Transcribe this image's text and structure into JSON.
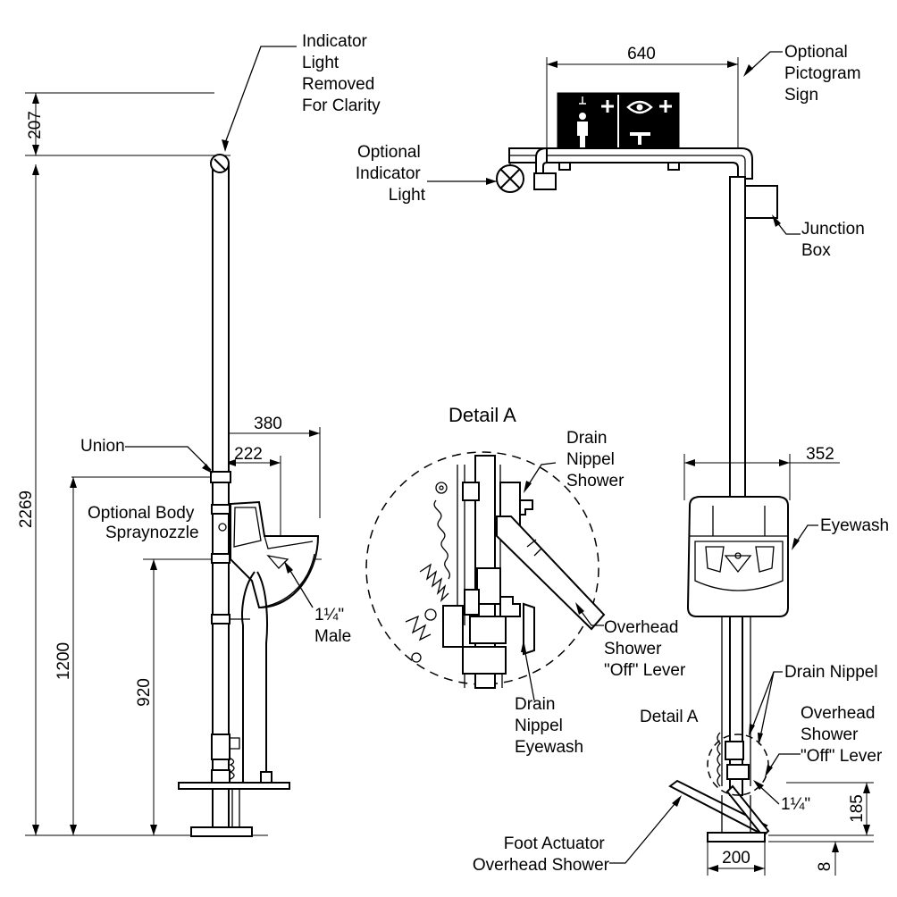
{
  "labels": {
    "indicator_light_removed": [
      "Indicator",
      "Light",
      "Removed",
      "For Clarity"
    ],
    "union": "Union",
    "optional_body_spraynozzle": [
      "Optional Body",
      "Spraynozzle"
    ],
    "male_thread": [
      "1¼\"",
      "Male"
    ],
    "optional_pictogram_sign": [
      "Optional",
      "Pictogram",
      "Sign"
    ],
    "optional_indicator_light": [
      "Optional",
      "Indicator",
      "Light"
    ],
    "junction_box": [
      "Junction",
      "Box"
    ],
    "eyewash": "Eyewash",
    "detail_a_title": "Detail A",
    "drain_nippel_shower": [
      "Drain",
      "Nippel",
      "Shower"
    ],
    "overhead_shower_off_lever_detail": [
      "Overhead",
      "Shower",
      "\"Off\" Lever"
    ],
    "drain_nippel_eyewash": [
      "Drain",
      "Nippel",
      "Eyewash"
    ],
    "drain_nippel": "Drain Nippel",
    "detail_a_ref": "Detail A",
    "overhead_shower_off_lever": [
      "Overhead",
      "Shower",
      "\"Off\" Lever"
    ],
    "quarter_inch": "1¼\"",
    "foot_actuator": [
      "Foot Actuator",
      "Overhead Shower"
    ]
  },
  "dimensions": {
    "d207": "207",
    "d2269": "2269",
    "d1200": "1200",
    "d920": "920",
    "d380": "380",
    "d222": "222",
    "d640": "640",
    "d352": "352",
    "d185": "185",
    "d200": "200",
    "d8": "8"
  }
}
